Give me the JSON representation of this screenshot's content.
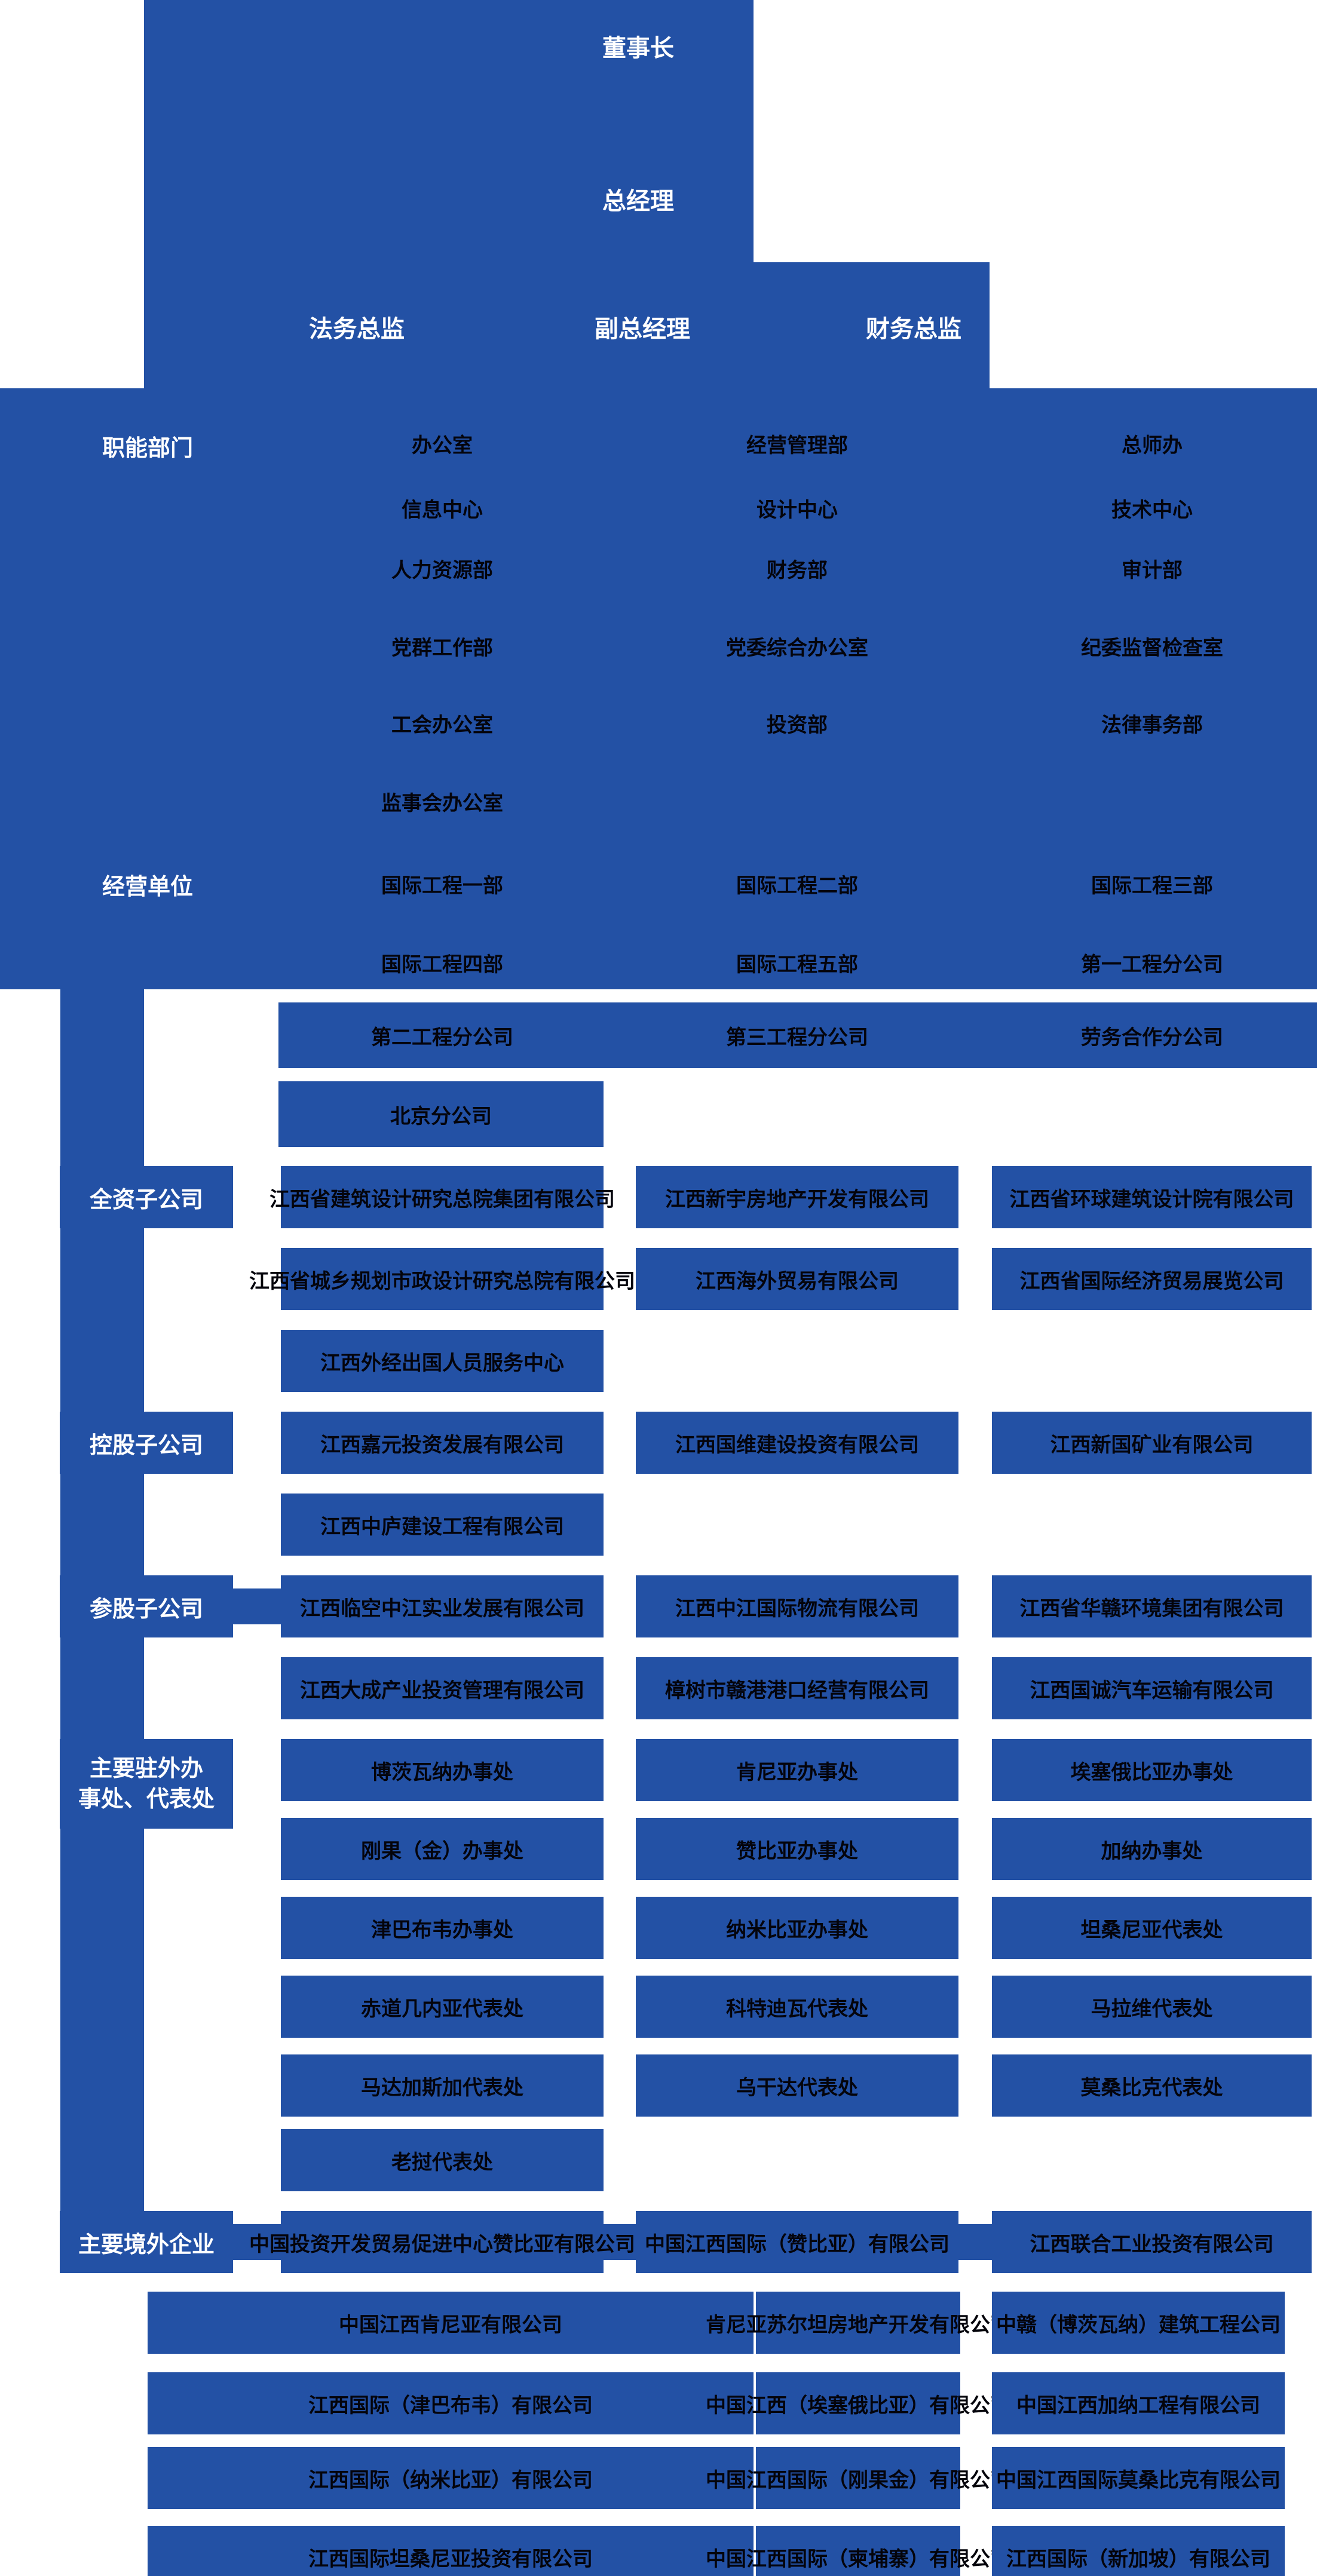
{
  "colors": {
    "primary_blue": "#2351a5",
    "box_text": "#04040b",
    "label_text": "#ffffff",
    "page_background": "#ffffff"
  },
  "top": {
    "chairman": "董事长",
    "general_manager": "总经理",
    "legal_director": "法务总监",
    "deputy_general_manager": "副总经理",
    "finance_director": "财务总监"
  },
  "sections": {
    "functional": {
      "label": "职能部门",
      "rows": [
        [
          "办公室",
          "经营管理部",
          "总师办"
        ],
        [
          "信息中心",
          "设计中心",
          "技术中心"
        ],
        [
          "人力资源部",
          "财务部",
          "审计部"
        ],
        [
          "党群工作部",
          "党委综合办公室",
          "纪委监督检查室"
        ],
        [
          "工会办公室",
          "投资部",
          "法律事务部"
        ],
        [
          "监事会办公室"
        ]
      ]
    },
    "operating": {
      "label": "经营单位",
      "rows": [
        [
          "国际工程一部",
          "国际工程二部",
          "国际工程三部"
        ],
        [
          "国际工程四部",
          "国际工程五部",
          "第一工程分公司"
        ],
        [
          "第二工程分公司",
          "第三工程分公司",
          "劳务合作分公司"
        ],
        [
          "北京分公司"
        ]
      ]
    },
    "wholly_owned": {
      "label": "全资子公司",
      "rows": [
        [
          "江西省建筑设计研究总院集团有限公司",
          "江西新宇房地产开发有限公司",
          "江西省环球建筑设计院有限公司"
        ],
        [
          "江西省城乡规划市政设计研究总院有限公司",
          "江西海外贸易有限公司",
          "江西省国际经济贸易展览公司"
        ],
        [
          "江西外经出国人员服务中心"
        ]
      ]
    },
    "holding": {
      "label": "控股子公司",
      "rows": [
        [
          "江西嘉元投资发展有限公司",
          "江西国维建设投资有限公司",
          "江西新国矿业有限公司"
        ],
        [
          "江西中庐建设工程有限公司"
        ]
      ]
    },
    "minority": {
      "label": "参股子公司",
      "rows": [
        [
          "江西临空中江实业发展有限公司",
          "江西中江国际物流有限公司",
          "江西省华赣环境集团有限公司"
        ],
        [
          "江西大成产业投资管理有限公司",
          "樟树市赣港港口经营有限公司",
          "江西国诚汽车运输有限公司"
        ]
      ]
    },
    "overseas_offices": {
      "label_line1": "主要驻外办",
      "label_line2": "事处、代表处",
      "rows": [
        [
          "博茨瓦纳办事处",
          "肯尼亚办事处",
          "埃塞俄比亚办事处"
        ],
        [
          "刚果（金）办事处",
          "赞比亚办事处",
          "加纳办事处"
        ],
        [
          "津巴布韦办事处",
          "纳米比亚办事处",
          "坦桑尼亚代表处"
        ],
        [
          "赤道几内亚代表处",
          "科特迪瓦代表处",
          "马拉维代表处"
        ],
        [
          "马达加斯加代表处",
          "乌干达代表处",
          "莫桑比克代表处"
        ],
        [
          "老挝代表处"
        ]
      ]
    },
    "overseas_enterprises": {
      "label": "主要境外企业",
      "rows": [
        [
          "中国投资开发贸易促进中心赞比亚有限公司",
          "中国江西国际（赞比亚）有限公司",
          "江西联合工业投资有限公司"
        ],
        [
          "中国江西肯尼亚有限公司",
          "肯尼亚苏尔坦房地产开发有限公司",
          "中赣（博茨瓦纳）建筑工程公司"
        ],
        [
          "江西国际（津巴布韦）有限公司",
          "中国江西（埃塞俄比亚）有限公司",
          "中国江西加纳工程有限公司"
        ],
        [
          "江西国际（纳米比亚）有限公司",
          "中国江西国际（刚果金）有限公司",
          "中国江西国际莫桑比克有限公司"
        ],
        [
          "江西国际坦桑尼亚投资有限公司",
          "中国江西国际（柬埔寨）有限公司",
          "江西国际（新加坡）有限公司"
        ]
      ]
    }
  }
}
